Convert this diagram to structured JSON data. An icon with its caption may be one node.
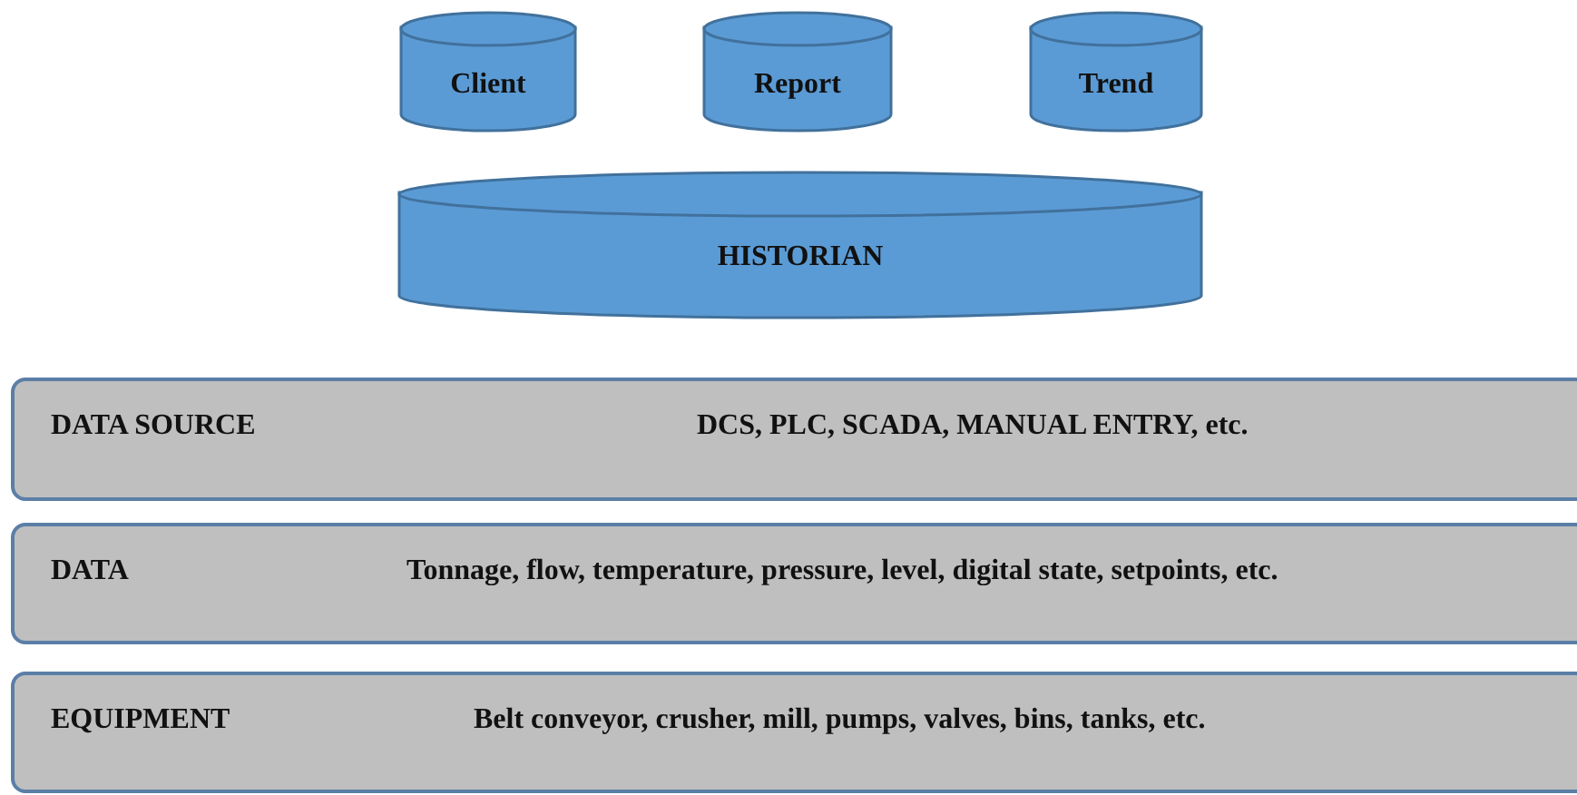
{
  "diagram": {
    "nodes": [
      {
        "text": [
          "Client"
        ]
      },
      {
        "text": [
          "Report"
        ]
      },
      {
        "text": [
          "Trend"
        ]
      },
      {
        "text": [
          "HISTORIAN"
        ]
      },
      {
        "text": [
          "DATA SOURCE",
          "DCS, PLC, SCADA, MANUAL ENTRY, etc."
        ]
      },
      {
        "text": [
          "DATA",
          "Tonnage, flow, temperature, pressure, level, digital state, setpoints, etc."
        ]
      },
      {
        "text": [
          "EQUIPMENT",
          "Belt conveyor, crusher, mill, pumps, valves, bins, tanks, etc."
        ]
      }
    ]
  }
}
